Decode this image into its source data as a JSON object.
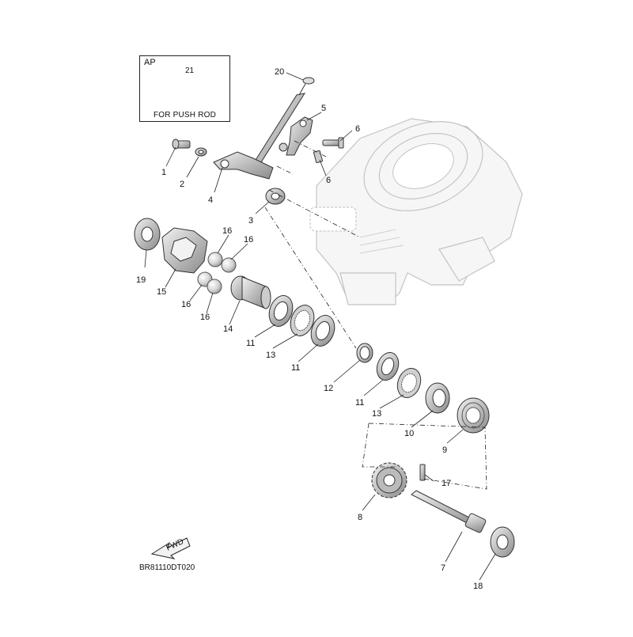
{
  "inset": {
    "title": "AP",
    "part_number": "21",
    "caption": "FOR PUSH ROD"
  },
  "diagram_code": "BR81110DT020",
  "fwd_label": "FWD",
  "callouts": {
    "p1": "1",
    "p2": "2",
    "p3": "3",
    "p4": "4",
    "p5": "5",
    "p6a": "6",
    "p6b": "6",
    "p7": "7",
    "p8": "8",
    "p9": "9",
    "p10": "10",
    "p11a": "11",
    "p11b": "11",
    "p11c": "11",
    "p12": "12",
    "p13a": "13",
    "p13b": "13",
    "p14": "14",
    "p15": "15",
    "p16a": "16",
    "p16b": "16",
    "p16c": "16",
    "p16d": "16",
    "p17": "17",
    "p18": "18",
    "p19": "19",
    "p20": "20"
  },
  "colors": {
    "part_fill": "#d9d9d9",
    "part_dark": "#9a9a9a",
    "ghost_fill": "#f6f6f6",
    "ghost_stroke": "#c4c4c4",
    "line": "#222222"
  }
}
